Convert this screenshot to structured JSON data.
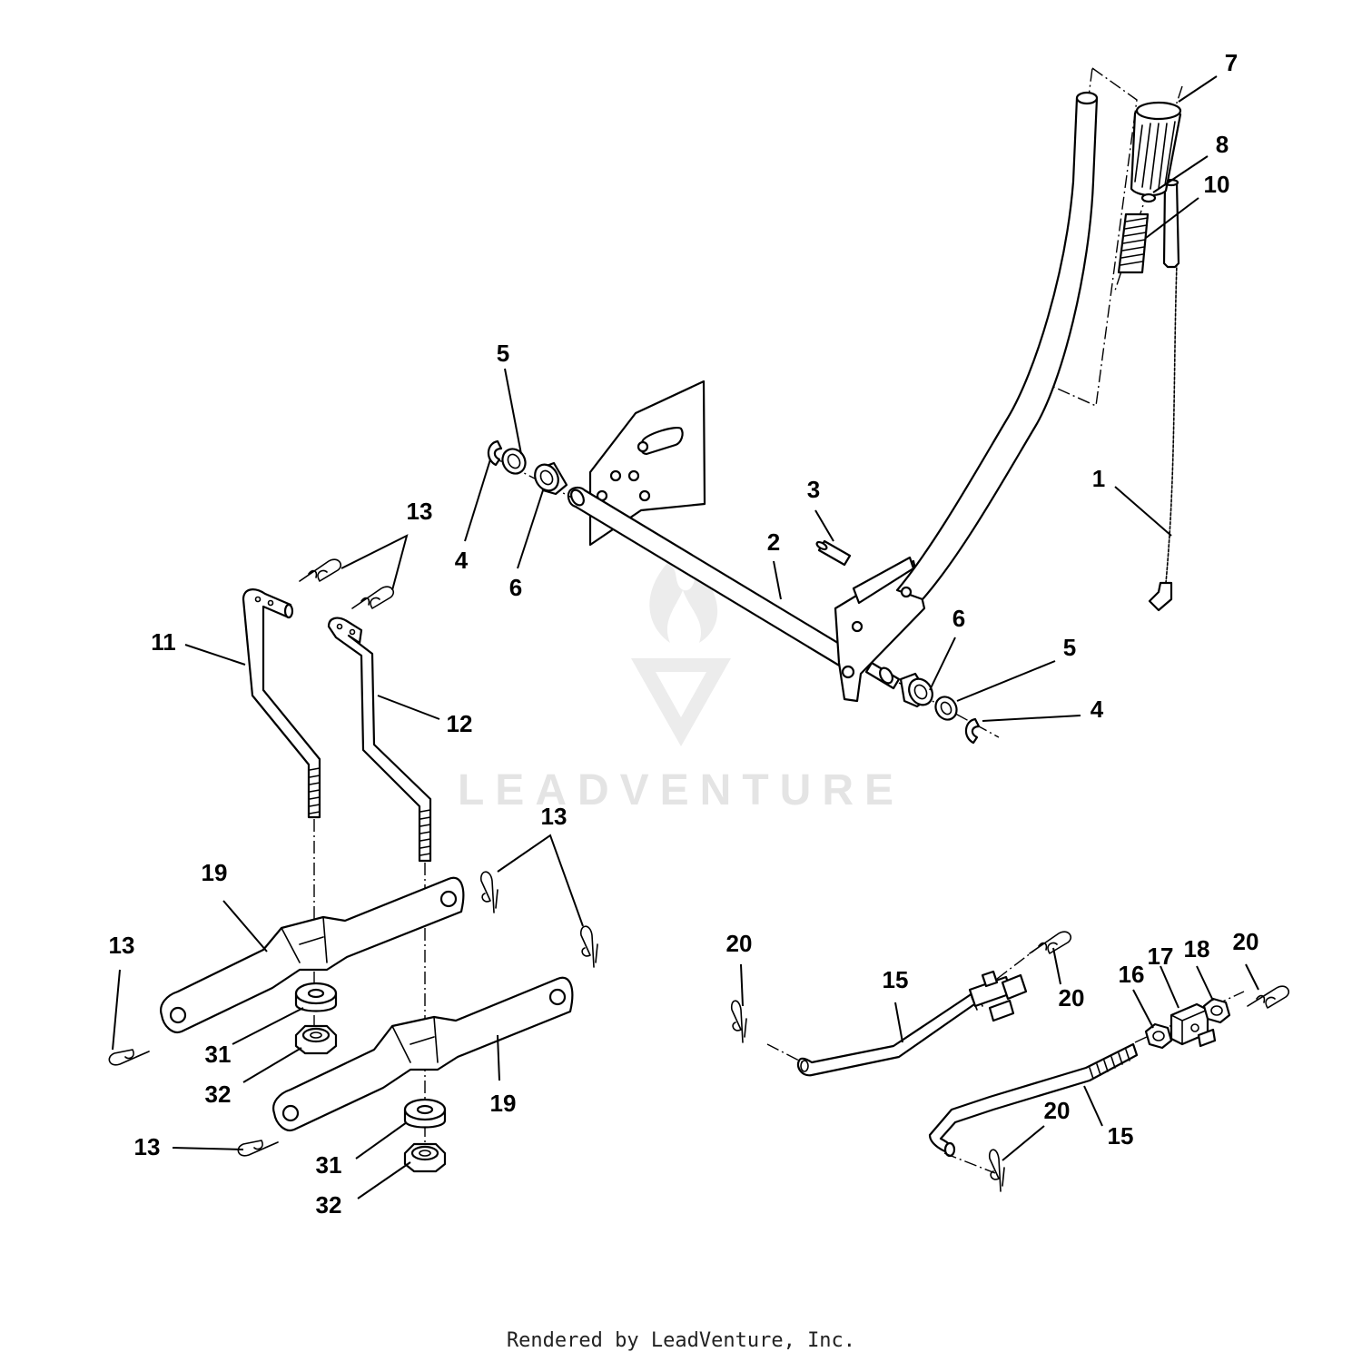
{
  "watermark": {
    "text": "LEADVENTURE"
  },
  "footer": {
    "text": "Rendered by LeadVenture, Inc."
  },
  "callouts": {
    "c1": "1",
    "c2": "2",
    "c3": "3",
    "c4a": "4",
    "c4b": "4",
    "c5a": "5",
    "c5b": "5",
    "c6a": "6",
    "c6b": "6",
    "c7": "7",
    "c8": "8",
    "c10": "10",
    "c11": "11",
    "c12": "12",
    "c13a": "13",
    "c13b": "13",
    "c13c": "13",
    "c13d": "13",
    "c15a": "15",
    "c15b": "15",
    "c16": "16",
    "c17": "17",
    "c18": "18",
    "c19a": "19",
    "c19b": "19",
    "c20a": "20",
    "c20b": "20",
    "c20c": "20",
    "c20d": "20",
    "c31a": "31",
    "c31b": "31",
    "c32a": "32",
    "c32b": "32"
  }
}
